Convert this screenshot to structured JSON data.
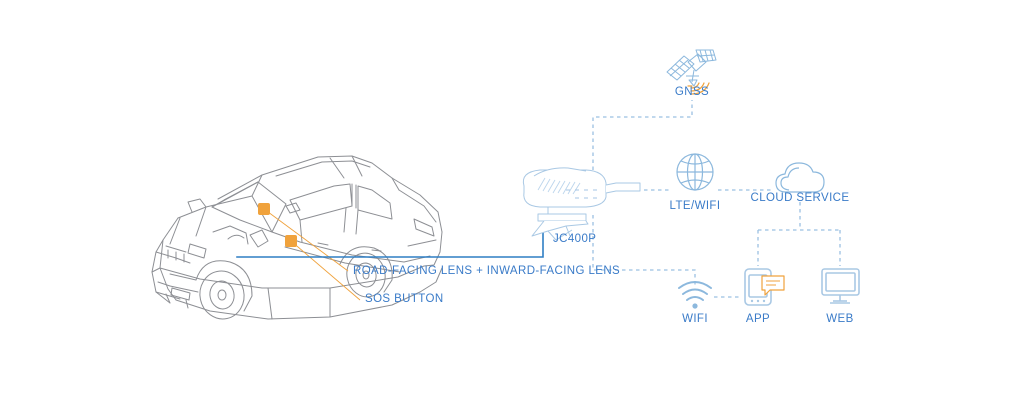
{
  "diagram": {
    "title": "JC400P dashcam connectivity diagram",
    "colors": {
      "line_blue": "#3a7bc8",
      "icon_blue": "#8cb8dd",
      "dash_blue": "#9bc0e2",
      "car_gray": "#8d8f94",
      "accent_orange": "#f0a23c",
      "text_blue": "#3a7bc8"
    },
    "vehicle": {
      "name": "car-illustration",
      "markers": [
        {
          "name": "lens-marker",
          "label_ref": "lens"
        },
        {
          "name": "sos-marker",
          "label_ref": "sos"
        }
      ],
      "callouts": [
        {
          "id": "lens",
          "text": "ROAD-FACING LENS + INWARD-FACING LENS"
        },
        {
          "id": "sos",
          "text": "SOS BUTTON"
        }
      ]
    },
    "nodes": [
      {
        "id": "gnss",
        "label": "GNSS",
        "icon": "satellite-icon"
      },
      {
        "id": "device",
        "label": "JC400P",
        "icon": "dashcam-icon"
      },
      {
        "id": "lte",
        "label": "LTE/WIFI",
        "icon": "globe-icon"
      },
      {
        "id": "cloud",
        "label": "CLOUD SERVICE",
        "icon": "cloud-icon"
      },
      {
        "id": "wifi",
        "label": "WIFI",
        "icon": "wifi-icon"
      },
      {
        "id": "app",
        "label": "APP",
        "icon": "smartphone-icon"
      },
      {
        "id": "web",
        "label": "WEB",
        "icon": "monitor-icon"
      }
    ],
    "connections": [
      {
        "from": "device",
        "to": "gnss",
        "style": "dashed"
      },
      {
        "from": "device",
        "to": "lte",
        "style": "dashed"
      },
      {
        "from": "lte",
        "to": "cloud",
        "style": "dashed"
      },
      {
        "from": "device",
        "to": "wifi",
        "style": "dashed"
      },
      {
        "from": "wifi",
        "to": "app",
        "style": "dashed"
      },
      {
        "from": "cloud",
        "to": "app",
        "style": "dashed"
      },
      {
        "from": "cloud",
        "to": "web",
        "style": "dashed"
      }
    ]
  }
}
